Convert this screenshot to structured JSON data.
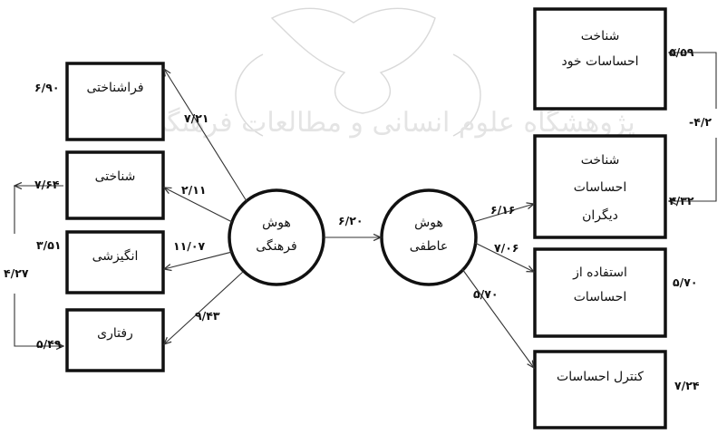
{
  "nodes": {
    "cultural_intelligence": [
      "هوش",
      "فرهنگی"
    ],
    "emotional_intelligence": [
      "هوش",
      "عاطفی"
    ],
    "metacognitive": "فراشناختی",
    "cognitive": "شناختی",
    "motivational": "انگیزشی",
    "behavioral": "رفتاری",
    "self_awareness": [
      "شناخت",
      "احساسات خود"
    ],
    "others_awareness": [
      "شناخت",
      "احساسات",
      "دیگران"
    ],
    "use_of_emotions": [
      "استفاده از",
      "احساسات"
    ],
    "emotion_control": "کنترل احساسات"
  },
  "path_values": {
    "ci_metacognitive": "۷/۲۱",
    "ci_cognitive": "۲/۱۱",
    "ci_motivational": "۱۱/۰۷",
    "ci_behavioral": "۹/۴۳",
    "ci_ei": "۶/۲۰",
    "ei_self": "۶/۱۶",
    "ei_use": "۷/۰۶",
    "ei_control": "۵/۷۰"
  },
  "side_values": {
    "metacognitive": "۶/۹۰",
    "cognitive": "۷/۶۴",
    "motivational": "۳/۵۱",
    "cognitive_behavioral_link": "۴/۲۷",
    "behavioral": "۵/۴۹",
    "self_awareness": "۵/۵۹",
    "self_others_link": "-۴/۲",
    "others_awareness": "۴/۳۲",
    "use_of_emotions": "۵/۷۰",
    "emotion_control": "۷/۲۴"
  },
  "watermark_text": "پژوهشگاه علوم انسانی و مطالعات فرهنگی"
}
